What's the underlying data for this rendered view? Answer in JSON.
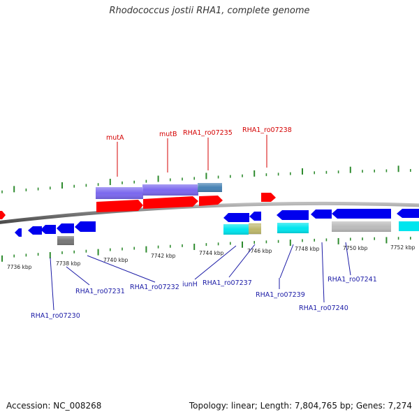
{
  "title": "Rhodococcus jostii RHA1, complete genome",
  "footer": {
    "accession": "Accession: NC_008268",
    "stats": "Topology: linear; Length: 7,804,765 bp; Genes: 7,274"
  },
  "colors": {
    "tick": "#2e8b2e",
    "backbone": "#888888",
    "forward_gene": "#ff0000",
    "reverse_gene": "#0000ee",
    "purple_feature": "#7b68ee",
    "steel_feature": "#4682b4",
    "cyan_feature": "#00e5ee",
    "khaki_feature": "#bdb76b",
    "gray_feature": "#bbbbbb",
    "dark_gray_feature": "#777777",
    "top_label": "#d40000",
    "bottom_label": "#1a1aa6"
  },
  "scale_labels": [
    "7736 kbp",
    "7738 kbp",
    "7740 kbp",
    "7742 kbp",
    "7744 kbp",
    "7746 kbp",
    "7748 kbp",
    "7750 kbp",
    "7752 kbp"
  ],
  "top_labels": [
    "mutA",
    "mutB",
    "RHA1_ro07235",
    "RHA1_ro07238"
  ],
  "bottom_labels": [
    "RHA1_ro07230",
    "RHA1_ro07231",
    "RHA1_ro07232",
    "iunH",
    "RHA1_ro07237",
    "RHA1_ro07239",
    "RHA1_ro07240",
    "RHA1_ro07241"
  ]
}
